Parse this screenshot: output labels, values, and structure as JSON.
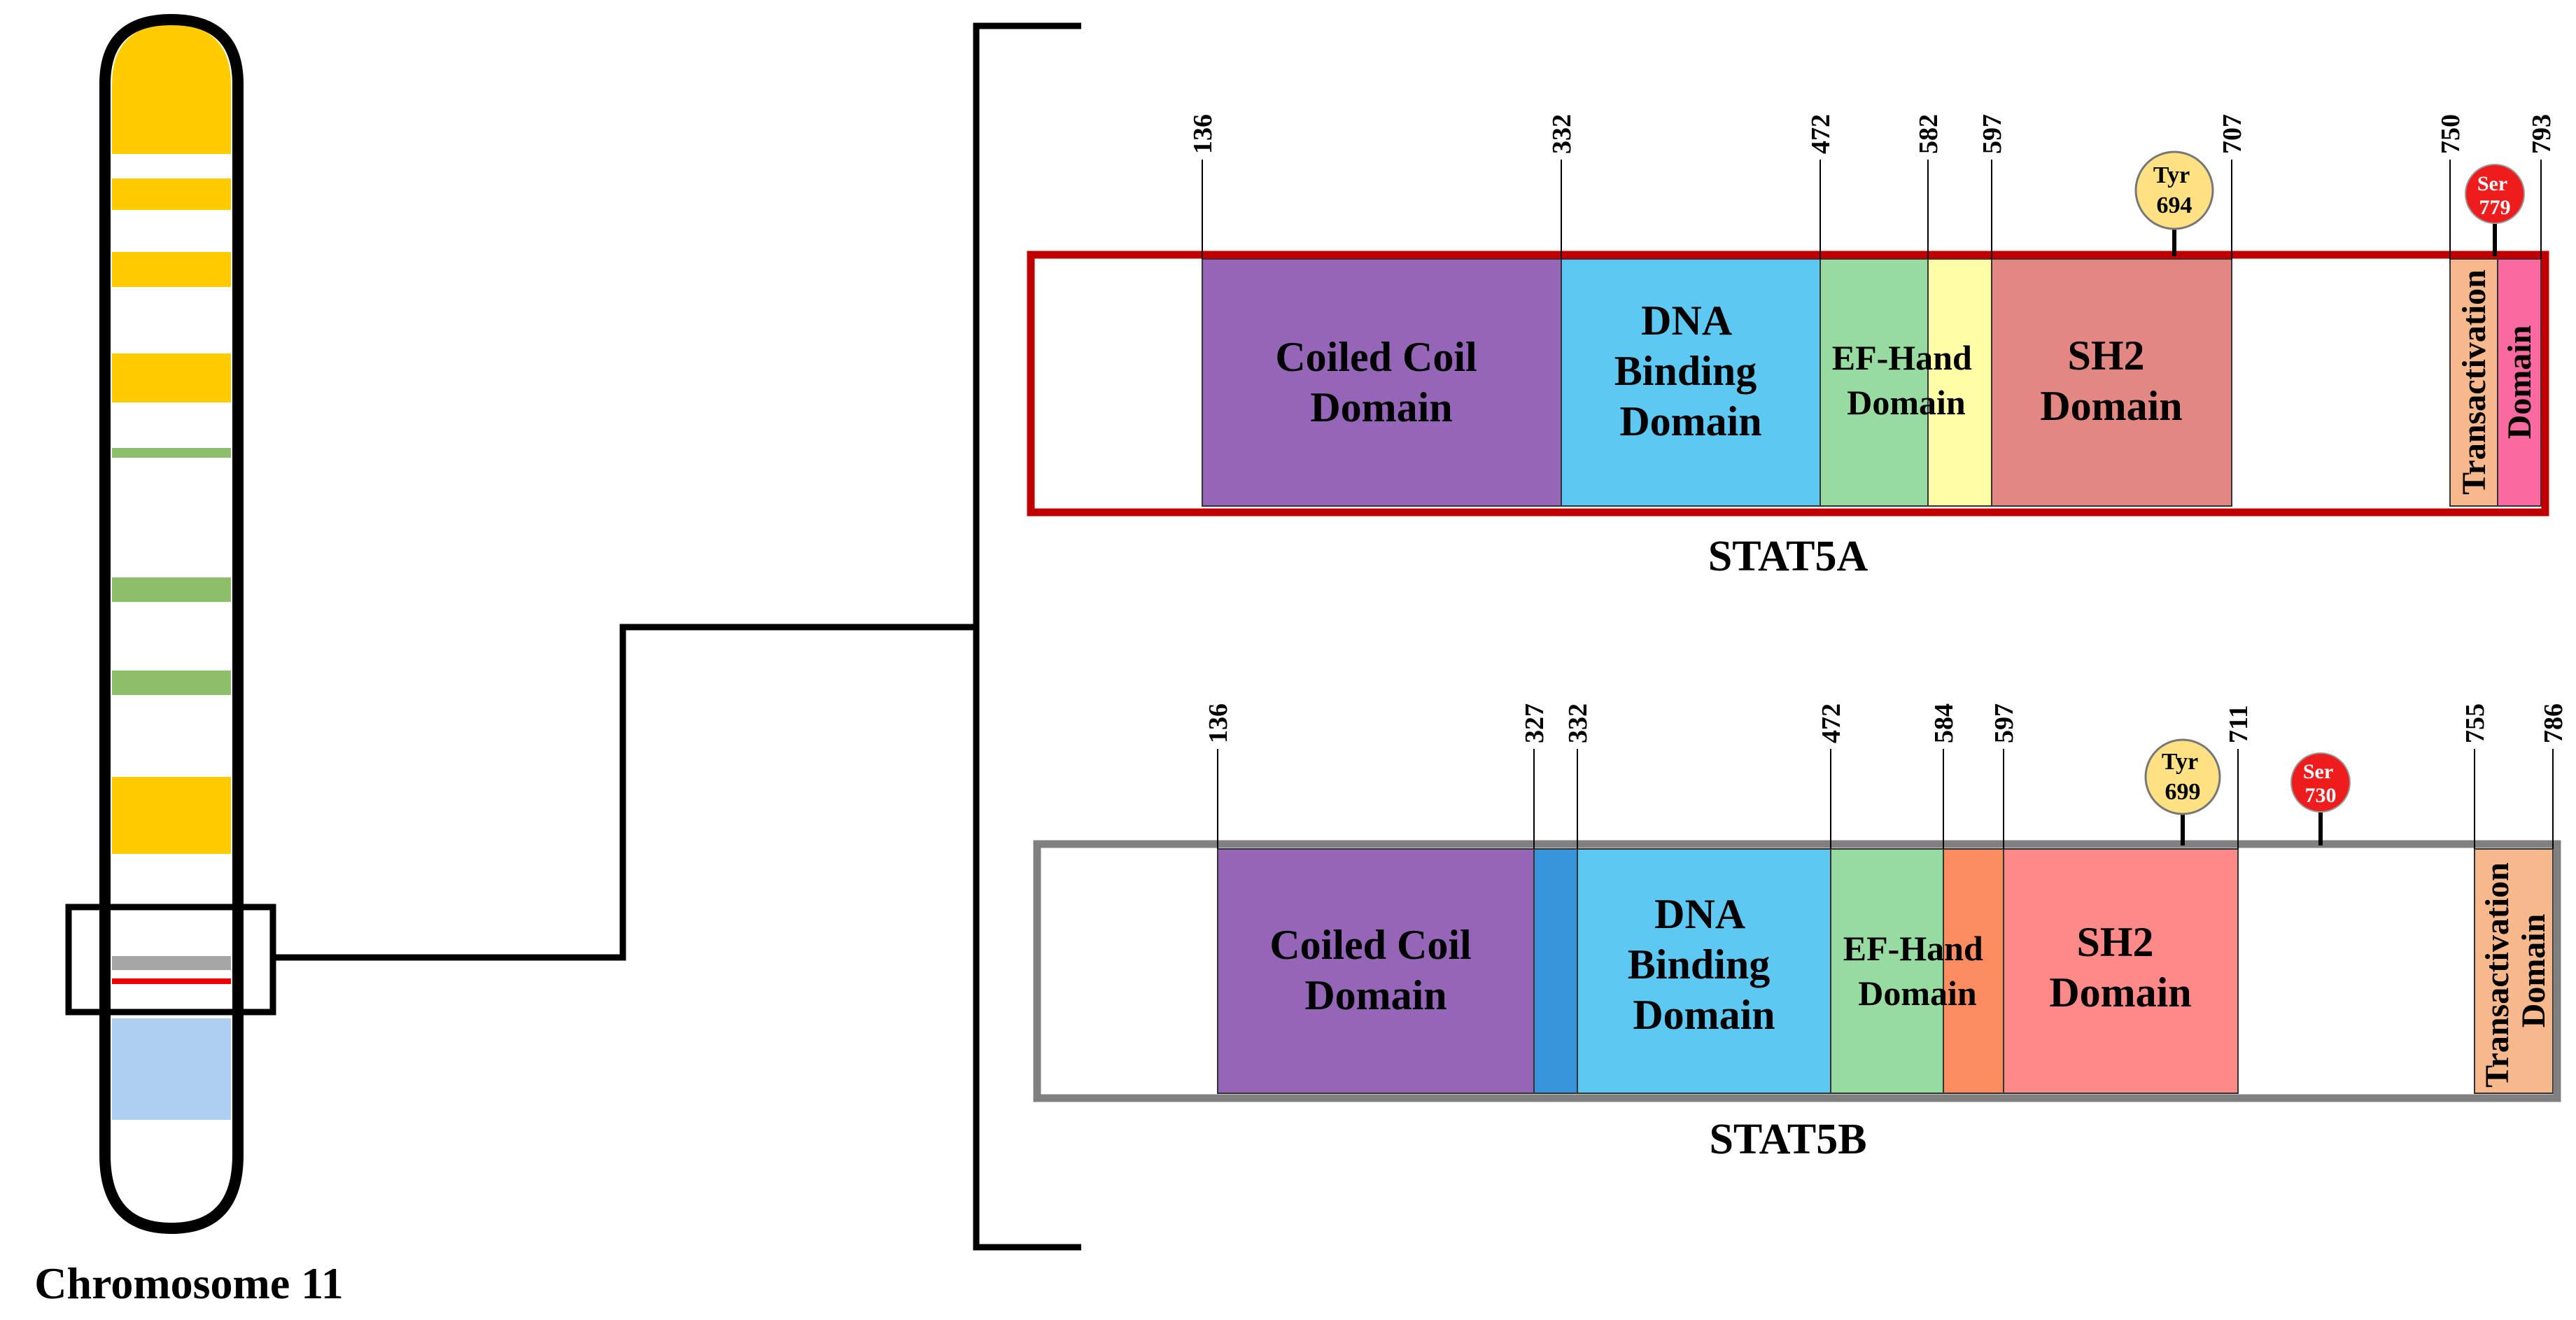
{
  "chromosome": {
    "label": "Chromosome 11",
    "colors": {
      "yellow": "#ffcc00",
      "green": "#8dbf6a",
      "gray": "#a6a6a6",
      "red": "#ee0000",
      "blue": "#aecff1"
    }
  },
  "stat5a": {
    "title": "STAT5A",
    "frame_color": "#c00000",
    "ticks": [
      "136",
      "332",
      "472",
      "582",
      "597",
      "707",
      "750",
      "793"
    ],
    "domains": {
      "coiled_coil": [
        "Coiled Coil",
        "Domain"
      ],
      "dna_binding": [
        "DNA",
        "Binding",
        "Domain"
      ],
      "ef_hand": [
        "EF-Hand",
        "Domain"
      ],
      "sh2": [
        "SH2",
        "Domain"
      ],
      "transactivation": "Transactivation",
      "transactivation_domain": "Domain"
    },
    "sites": {
      "tyr": {
        "residue": "Tyr",
        "number": "694"
      },
      "ser": {
        "residue": "Ser",
        "number": "779"
      }
    }
  },
  "stat5b": {
    "title": "STAT5B",
    "frame_color": "#808080",
    "ticks": [
      "136",
      "327",
      "332",
      "472",
      "584",
      "597",
      "711",
      "755",
      "786"
    ],
    "domains": {
      "coiled_coil": [
        "Coiled Coil",
        "Domain"
      ],
      "dna_binding": [
        "DNA",
        "Binding",
        "Domain"
      ],
      "ef_hand": [
        "EF-Hand",
        "Domain"
      ],
      "sh2": [
        "SH2",
        "Domain"
      ],
      "transactivation": [
        "Transactivation",
        "Domain"
      ]
    },
    "sites": {
      "tyr": {
        "residue": "Tyr",
        "number": "699"
      },
      "ser": {
        "residue": "Ser",
        "number": "730"
      }
    }
  },
  "colors": {
    "coiled_coil": "#9566b8",
    "dna_binding": "#5dc9f2",
    "ef_hand": "#98dba0",
    "linker_a": "#fffda6",
    "sh2_a": "#e38783",
    "transactivation": "#f7b88c",
    "pink": "#fa699f",
    "linker_b_blue": "#3795dc",
    "linker_b_orange": "#fb8c5f",
    "sh2_b": "#fd8989",
    "tyr_site": "#fde183",
    "ser_site": "#ee1c1c"
  }
}
